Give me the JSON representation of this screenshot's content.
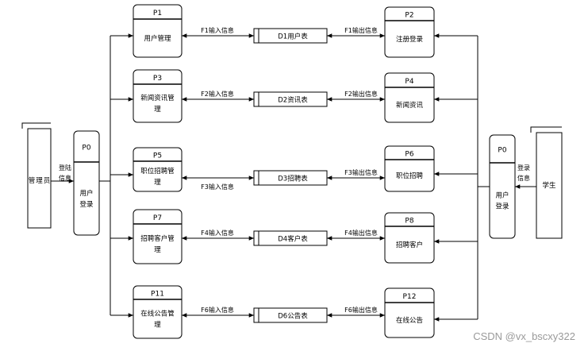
{
  "entities": {
    "admin": "管理员",
    "student": "学生"
  },
  "login": {
    "left": {
      "id": "P0",
      "name_lines": [
        "用户",
        "登录"
      ],
      "flow_lines": [
        "登陆",
        "信息"
      ]
    },
    "right": {
      "id": "P0",
      "name_lines": [
        "用户",
        "登录"
      ],
      "flow_lines": [
        "登录",
        "信息"
      ]
    }
  },
  "rows": [
    {
      "left": {
        "id": "P1",
        "name_lines": [
          "用户管理"
        ]
      },
      "in_flow": "F1输入信息",
      "store": "D1用户表",
      "out_flow": "F1输出信息",
      "right": {
        "id": "P2",
        "name_lines": [
          "注册登录"
        ]
      }
    },
    {
      "left": {
        "id": "P3",
        "name_lines": [
          "新闻资讯管",
          "理"
        ]
      },
      "in_flow": "F2输入信息",
      "store": "D2资讯表",
      "out_flow": "F2输出信息",
      "right": {
        "id": "P4",
        "name_lines": [
          "新闻资讯"
        ]
      }
    },
    {
      "left": {
        "id": "P5",
        "name_lines": [
          "职位招聘管",
          "理"
        ]
      },
      "in_flow": "F3输入信息",
      "store": "D3招聘表",
      "out_flow": "F3输出信息",
      "right": {
        "id": "P6",
        "name_lines": [
          "职位招聘"
        ]
      }
    },
    {
      "left": {
        "id": "P7",
        "name_lines": [
          "招聘客户管",
          "理"
        ]
      },
      "in_flow": "F4输入信息",
      "store": "D4客户表",
      "out_flow": "F4输出信息",
      "right": {
        "id": "P8",
        "name_lines": [
          "招聘客户"
        ]
      }
    },
    {
      "left": {
        "id": "P11",
        "name_lines": [
          "在线公告管",
          "理"
        ]
      },
      "in_flow": "F6输入信息",
      "store": "D6公告表",
      "out_flow": "F6输出信息",
      "right": {
        "id": "P12",
        "name_lines": [
          "在线公告"
        ]
      }
    }
  ],
  "watermark": "CSDN @vx_bscxy322"
}
